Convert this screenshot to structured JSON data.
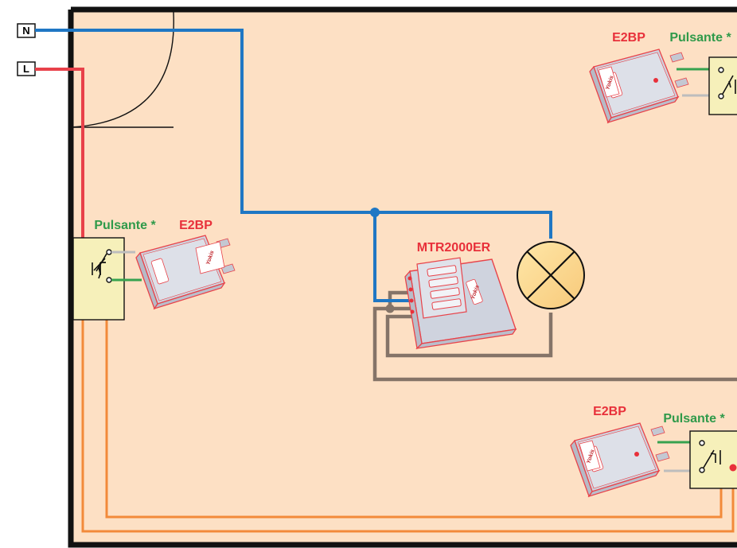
{
  "terminals": {
    "neutral": "N",
    "line": "L"
  },
  "actuator": {
    "model": "MTR2000ER"
  },
  "modules": [
    {
      "model": "E2BP",
      "switch_label": "Pulsante *"
    },
    {
      "model": "E2BP",
      "switch_label": "Pulsante *"
    },
    {
      "model": "E2BP",
      "switch_label": "Pulsante *"
    }
  ],
  "logo_text": "Yokis",
  "colors": {
    "room": "#fde0c4",
    "neutral_wire": "#1f77c4",
    "line_wire": "#e8414a",
    "control_wire": "#f28a3a",
    "lamp_wire": "#857468",
    "green_wire": "#37a24f",
    "switch_plate": "#f6f0ba",
    "module_body": "#d9dce6",
    "module_outline": "#e8434a"
  }
}
